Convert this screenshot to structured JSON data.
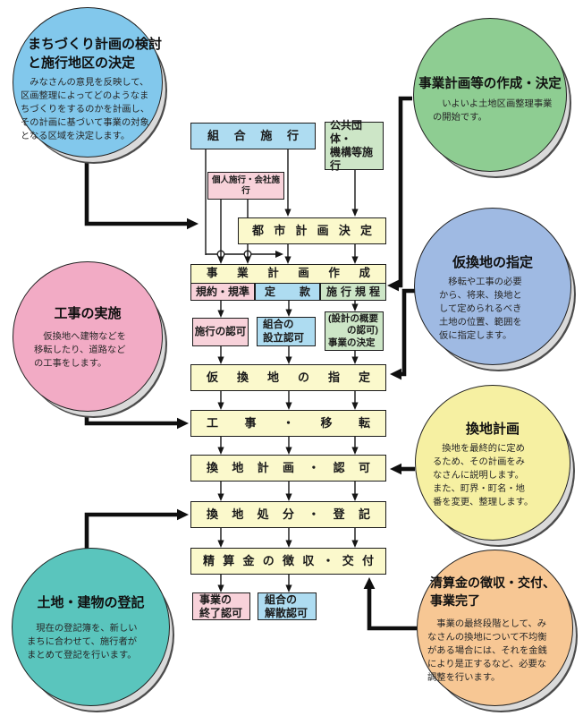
{
  "palette": {
    "box_blue": "#aedcf1",
    "box_green": "#cde6c7",
    "box_pink": "#f8d2da",
    "box_yellow": "#fbf9cc",
    "line_color": "#161616"
  },
  "circles": {
    "planning": {
      "title": "まちづくり計画の検討\nと施行地区の決定",
      "body": "　みなさんの意見を反映して、\n区画整理によってどのようなま\nちづくりをするのかを計画し、\nその計画に基づいて事業の対象\nとなる区域を決定します。",
      "color": "#82c8ec"
    },
    "project_plan": {
      "title": "事業計画等の作成・決定",
      "body": "　いよいよ土地区画整理事業\nの開始です。",
      "color": "#8ecd92"
    },
    "temp_replot": {
      "title": "仮換地の指定",
      "body": "　移転や工事の必要\nから、将来、換地と\nして定められるべき\n土地の位置、範囲を\n仮に指定します。",
      "color": "#9fbae3"
    },
    "construction": {
      "title": "工事の実施",
      "body": "　仮換地へ建物などを\n移転したり、道路など\nの工事をします。",
      "color": "#f2abc5"
    },
    "replot_plan": {
      "title": "換地計画",
      "body": "　換地を最終的に定め\nるため、その計画をみ\nなさんに説明します。\nまた、町界・町名・地\n番を変更、整理します。",
      "color": "#f6f0a2"
    },
    "registration": {
      "title": "土地・建物の登記",
      "body": "　現在の登記簿を、新しい\nまちに合わせて、施行者が\nまとめて登記を行います。",
      "color": "#5ac5bd"
    },
    "settlement": {
      "title": "清算金の徴収・交付、\n事業完了",
      "body": "　事業の最終段階として、み\nなさんの換地について不均衡\nがある場合には、それを金銭\nにより是正するなど、必要な\n調整を行います。",
      "color": "#f7c794"
    }
  },
  "flow": {
    "union": "組合施行",
    "public_body": "公共団体・\n機構等施行",
    "individual": "個人施行・会社施行",
    "city_plan": "都市計画決定",
    "project_plan": "事業計画作成",
    "rules": "規約・規準",
    "articles": "定款",
    "regulations": "施行規程",
    "approval_execution": "施行の認可",
    "approval_union": "組合の\n設立認可",
    "approval_project": "(設計の概要\n　　の認可)\n事業の決定",
    "temp_replot": "仮換地の指定",
    "construction": "工事・移転",
    "replot_plan_approval": "換地計画・認可",
    "replot_disposal": "換地処分・登記",
    "settlement": "精算金の徴収・交付",
    "completion_approval": "事業の\n終了認可",
    "dissolution_approval": "組合の\n解散認可"
  }
}
